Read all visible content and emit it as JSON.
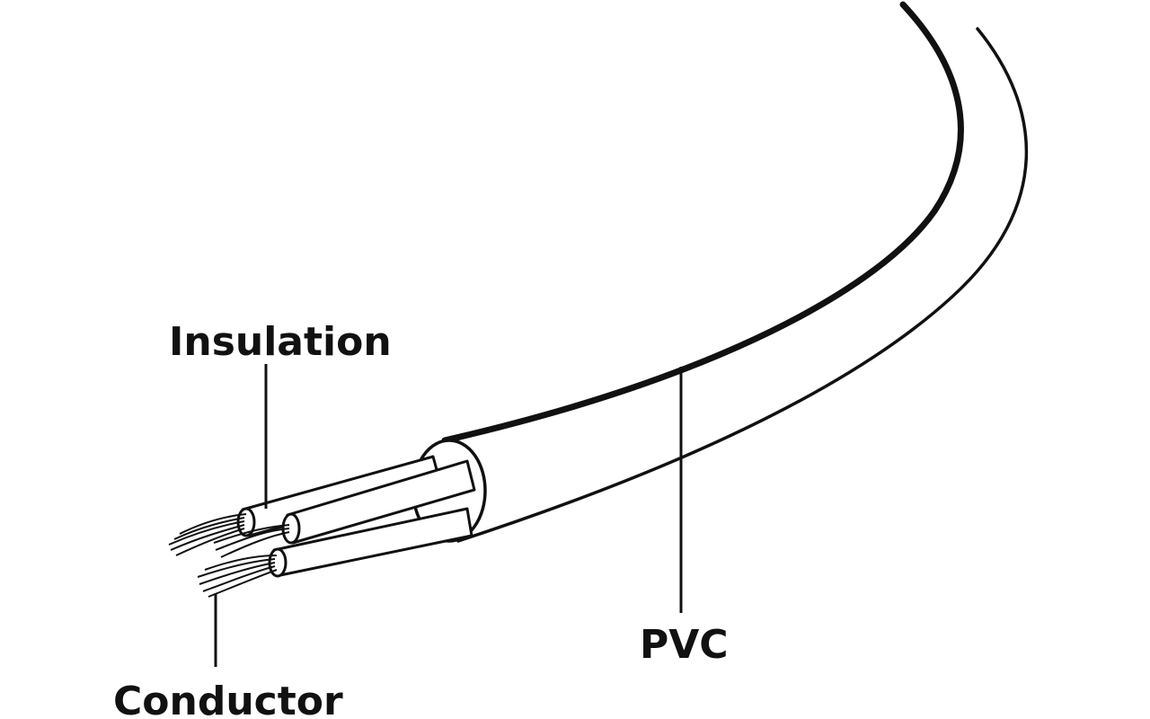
{
  "labels": {
    "insulation": "Insulation",
    "conductor": "Conductor",
    "pvc": "PVC"
  },
  "colors": {
    "ink": "#111111",
    "background": "#ffffff"
  }
}
